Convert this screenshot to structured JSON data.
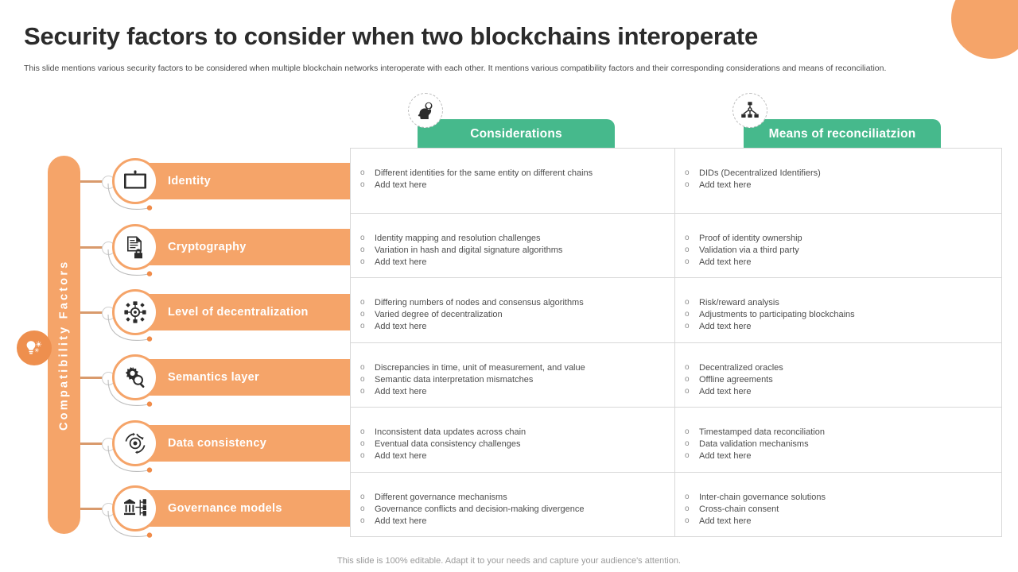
{
  "slide": {
    "title": "Security factors to consider when two blockchains interoperate",
    "subtitle": "This slide mentions various security factors to be considered when multiple blockchain networks interoperate with each other. It mentions various compatibility factors and their corresponding considerations and means of reconciliation.",
    "footer": "This slide is 100% editable. Adapt it to your needs and capture your audience's attention."
  },
  "colors": {
    "orange": "#F5A469",
    "orange_dark": "#EE8F4E",
    "green": "#46B98C",
    "border": "#d8d8d8",
    "body_text": "#4d4d4d"
  },
  "rail": {
    "label": "Compatibility Factors",
    "badge_icon": "lightbulb-gears-icon"
  },
  "factors": [
    {
      "label": "Identity",
      "icon": "id-card-icon"
    },
    {
      "label": "Cryptography",
      "icon": "document-lock-icon"
    },
    {
      "label": "Level of decentralization",
      "icon": "decentralized-network-icon"
    },
    {
      "label": "Semantics layer",
      "icon": "gear-magnifier-icon"
    },
    {
      "label": "Data consistency",
      "icon": "sync-circle-icon"
    },
    {
      "label": "Governance models",
      "icon": "institution-chart-icon"
    }
  ],
  "columns": [
    {
      "label": "Considerations",
      "icon": "head-idea-icon"
    },
    {
      "label": "Means of reconciliatzion",
      "icon": "network-nodes-icon"
    }
  ],
  "bullet_marker": "o",
  "rows": [
    {
      "considerations": [
        "Different identities for the same entity on different chains",
        "Add text here"
      ],
      "means": [
        "DIDs (Decentralized Identifiers)",
        "Add text here"
      ]
    },
    {
      "considerations": [
        "Identity mapping and resolution challenges",
        "Variation in hash and digital signature algorithms",
        "Add text here"
      ],
      "means": [
        "Proof of identity ownership",
        "Validation via a third party",
        "Add text here"
      ]
    },
    {
      "considerations": [
        "Differing numbers of nodes and consensus algorithms",
        "Varied degree of decentralization",
        "Add text here"
      ],
      "means": [
        "Risk/reward analysis",
        "Adjustments to participating blockchains",
        "Add text here"
      ]
    },
    {
      "considerations": [
        "Discrepancies in time, unit of measurement, and value",
        "Semantic data interpretation mismatches",
        "Add text here"
      ],
      "means": [
        "Decentralized oracles",
        "Offline agreements",
        "Add text here"
      ]
    },
    {
      "considerations": [
        "Inconsistent data updates across chain",
        "Eventual data consistency challenges",
        "Add text here"
      ],
      "means": [
        "Timestamped data reconciliation",
        "Data validation mechanisms",
        "Add text here"
      ]
    },
    {
      "considerations": [
        "Different governance mechanisms",
        "Governance conflicts and decision-making divergence",
        "Add text here"
      ],
      "means": [
        "Inter-chain governance solutions",
        "Cross-chain consent",
        "Add text here"
      ]
    }
  ]
}
